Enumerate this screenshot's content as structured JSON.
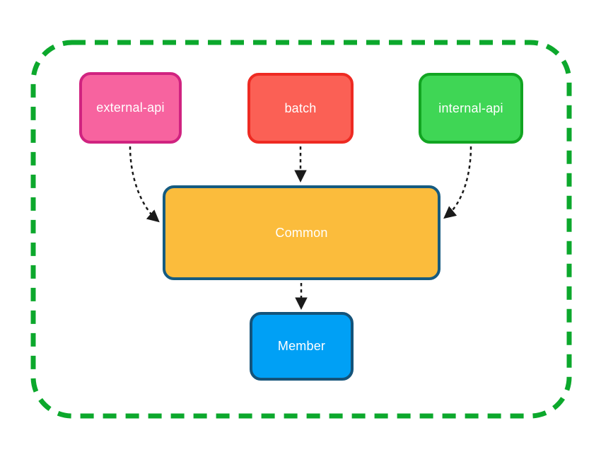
{
  "diagram": {
    "background": "#ffffff",
    "boundary": {
      "border_color": "#0ca82c",
      "line_style": "dashed"
    },
    "nodes": [
      {
        "id": "external-api",
        "label": "external-api",
        "fill": "#f7639f",
        "border_color": "#d02380",
        "text_color": "#ffffff"
      },
      {
        "id": "batch",
        "label": "batch",
        "fill": "#fb6055",
        "border_color": "#ee2a22",
        "text_color": "#ffffff"
      },
      {
        "id": "internal-api",
        "label": "internal-api",
        "fill": "#3fd655",
        "border_color": "#12a522",
        "text_color": "#ffffff"
      },
      {
        "id": "common",
        "label": "Common",
        "fill": "#fbbc3c",
        "border_color": "#155b80",
        "text_color": "#ffffff"
      },
      {
        "id": "member",
        "label": "Member",
        "fill": "#00a0f5",
        "border_color": "#14537a",
        "text_color": "#ffffff"
      }
    ],
    "edges": [
      {
        "from": "external-api",
        "to": "common",
        "line_style": "dashed",
        "color": "#1a1a1a"
      },
      {
        "from": "batch",
        "to": "common",
        "line_style": "dashed",
        "color": "#1a1a1a"
      },
      {
        "from": "internal-api",
        "to": "common",
        "line_style": "dashed",
        "color": "#1a1a1a"
      },
      {
        "from": "common",
        "to": "member",
        "line_style": "dashed",
        "color": "#1a1a1a"
      }
    ]
  }
}
